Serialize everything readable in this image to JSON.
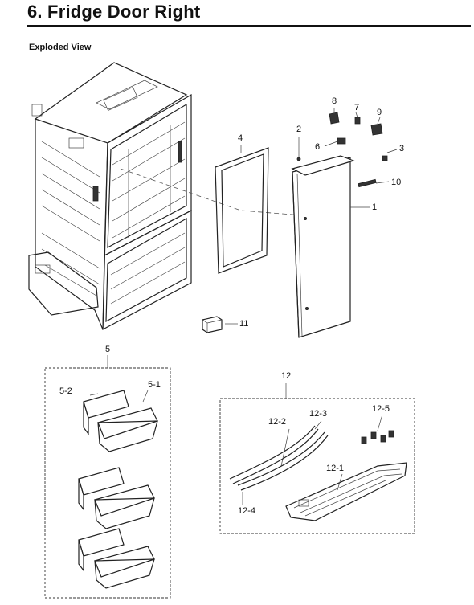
{
  "header": {
    "title": "6.  Fridge Door Right",
    "subtitle": "Exploded View"
  },
  "labels": {
    "p1": "1",
    "p2": "2",
    "p3": "3",
    "p4": "4",
    "p5": "5",
    "p5_1": "5-1",
    "p5_2": "5-2",
    "p6": "6",
    "p7": "7",
    "p8": "8",
    "p9": "9",
    "p10": "10",
    "p11": "11",
    "p12": "12",
    "p12_1": "12-1",
    "p12_2": "12-2",
    "p12_3": "12-3",
    "p12_4": "12-4",
    "p12_5": "12-5"
  }
}
